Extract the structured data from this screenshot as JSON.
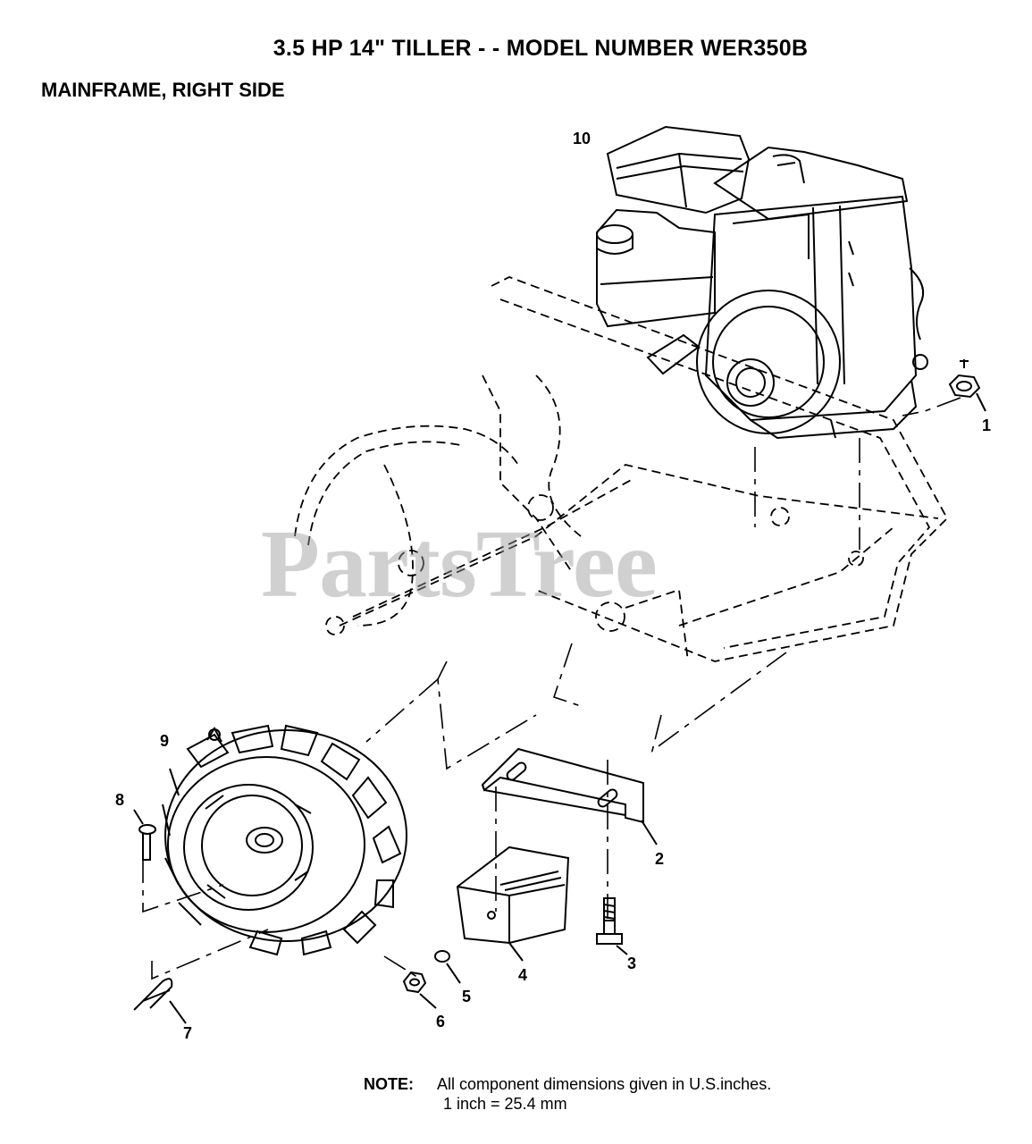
{
  "header": {
    "title": "3.5 HP 14\" TILLER - - MODEL NUMBER WER350B",
    "subtitle": "MAINFRAME, RIGHT SIDE"
  },
  "watermark": "PartsTree",
  "callouts": [
    "1",
    "2",
    "3",
    "4",
    "5",
    "6",
    "7",
    "8",
    "9",
    "10"
  ],
  "note": {
    "label": "NOTE:",
    "line1": "All component dimensions given in U.S.inches.",
    "line2": "1 inch = 25.4 mm"
  }
}
